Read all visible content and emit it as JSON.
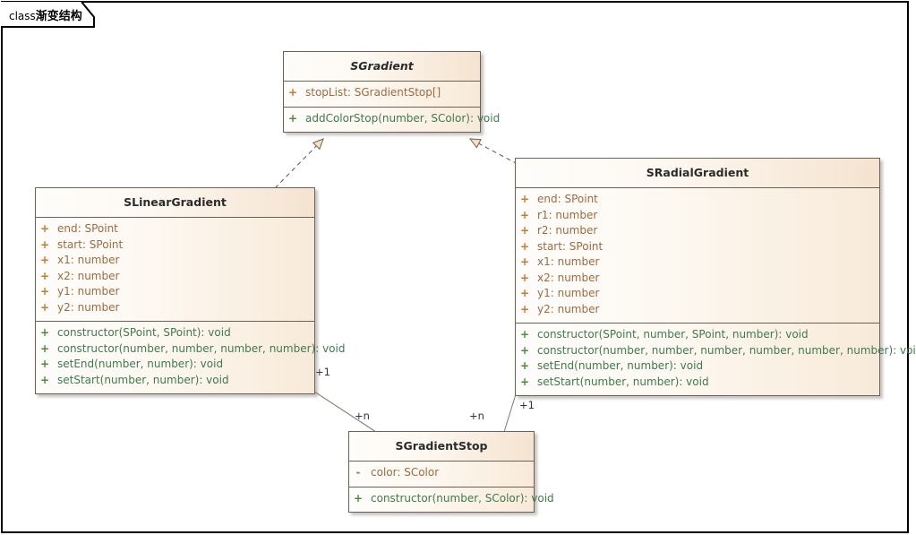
{
  "frame": {
    "keyword": "class",
    "title": "渐变结构"
  },
  "classes": [
    {
      "id": "sgradient",
      "name": "SGradient",
      "abstract": true,
      "attributes": [
        {
          "vis": "+",
          "text": "stopList: SGradientStop[]"
        }
      ],
      "methods": [
        {
          "vis": "+",
          "text": "addColorStop(number, SColor): void"
        }
      ]
    },
    {
      "id": "slinear",
      "name": "SLinearGradient",
      "abstract": false,
      "attributes": [
        {
          "vis": "+",
          "text": "end: SPoint"
        },
        {
          "vis": "+",
          "text": "start: SPoint"
        },
        {
          "vis": "+",
          "text": "x1: number"
        },
        {
          "vis": "+",
          "text": "x2: number"
        },
        {
          "vis": "+",
          "text": "y1: number"
        },
        {
          "vis": "+",
          "text": "y2: number"
        }
      ],
      "methods": [
        {
          "vis": "+",
          "text": "constructor(SPoint, SPoint): void"
        },
        {
          "vis": "+",
          "text": "constructor(number, number, number, number): void"
        },
        {
          "vis": "+",
          "text": "setEnd(number, number): void"
        },
        {
          "vis": "+",
          "text": "setStart(number, number): void"
        }
      ]
    },
    {
      "id": "sradial",
      "name": "SRadialGradient",
      "abstract": false,
      "attributes": [
        {
          "vis": "+",
          "text": "end: SPoint"
        },
        {
          "vis": "+",
          "text": "r1: number"
        },
        {
          "vis": "+",
          "text": "r2: number"
        },
        {
          "vis": "+",
          "text": "start: SPoint"
        },
        {
          "vis": "+",
          "text": "x1: number"
        },
        {
          "vis": "+",
          "text": "x2: number"
        },
        {
          "vis": "+",
          "text": "y1: number"
        },
        {
          "vis": "+",
          "text": "y2: number"
        }
      ],
      "methods": [
        {
          "vis": "+",
          "text": "constructor(SPoint, number, SPoint, number): void"
        },
        {
          "vis": "+",
          "text": "constructor(number, number, number, number, number, number): void"
        },
        {
          "vis": "+",
          "text": "setEnd(number, number): void"
        },
        {
          "vis": "+",
          "text": "setStart(number, number): void"
        }
      ]
    },
    {
      "id": "sgradientstop",
      "name": "SGradientStop",
      "abstract": false,
      "attributes": [
        {
          "vis": "-",
          "text": "color: SColor"
        }
      ],
      "methods": [
        {
          "vis": "+",
          "text": "constructor(number, SColor): void"
        }
      ]
    }
  ],
  "relations": [
    {
      "id": "linear-realizes-gradient",
      "type": "realization",
      "from": "SLinearGradient",
      "to": "SGradient"
    },
    {
      "id": "radial-realizes-gradient",
      "type": "realization",
      "from": "SRadialGradient",
      "to": "SGradient"
    },
    {
      "id": "linear-has-stops",
      "type": "association",
      "from": "SLinearGradient",
      "to": "SGradientStop",
      "source_multiplicity": "+1",
      "target_multiplicity": "+n"
    },
    {
      "id": "radial-has-stops",
      "type": "association",
      "from": "SRadialGradient",
      "to": "SGradientStop",
      "source_multiplicity": "+1",
      "target_multiplicity": "+n"
    }
  ],
  "multiplicity_labels": {
    "linear_one": "+1",
    "linear_many": "+n",
    "radial_one": "+1",
    "radial_many": "+n"
  },
  "colors": {
    "frame_border": "#000000",
    "class_border": "#6b6255",
    "header_gradient_start": "#fefdfb",
    "header_gradient_end": "#f5e3d0",
    "attribute_text": "#9c6b3f",
    "method_text": "#3f7a4e",
    "attribute_vis": "#c87a2d",
    "method_vis": "#4f8a3d",
    "arrow_fill": "#f7e0bf",
    "link_stroke": "#6b6255"
  }
}
